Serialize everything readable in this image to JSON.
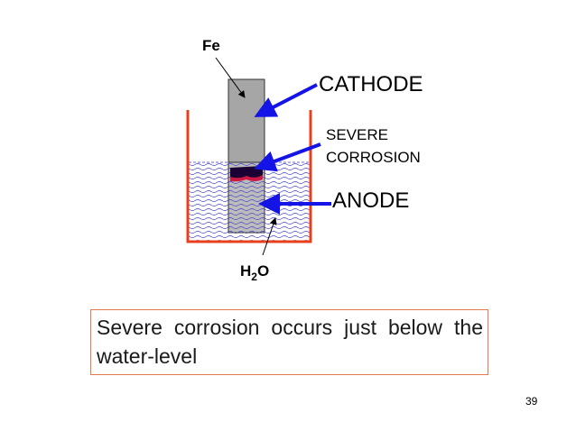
{
  "labels": {
    "metal": "Fe",
    "cathode": "CATHODE",
    "corrosion_line1": "SEVERE",
    "corrosion_line2": "CORROSION",
    "anode": "ANODE",
    "water_main": "H",
    "water_sub": "2",
    "water_end": "O"
  },
  "caption": {
    "text": "Severe corrosion occurs just below the water-level"
  },
  "page_number": "39",
  "colors": {
    "container": "#e8401c",
    "water": "#3a3ad0",
    "rod": "#a6a6a6",
    "arrow": "#1414e6",
    "corrosion_dark": "#1a0033",
    "corrosion_red": "#cc1a44",
    "caption_border": "#e07a50"
  }
}
